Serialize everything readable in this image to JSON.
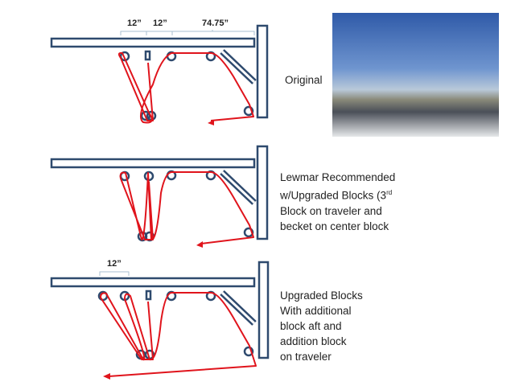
{
  "dimensions": {
    "d1": "12”",
    "d2": "12”",
    "d3": "74.75”",
    "d4": "12”"
  },
  "labels": {
    "original": "Original",
    "lewmar": [
      "Lewmar Recommended",
      "w/Upgraded Blocks (3",
      "rd",
      "Block on traveler and",
      "becket on center block"
    ],
    "upgraded": [
      "Upgraded Blocks",
      "With additional",
      "block aft and",
      "addition block",
      "on traveler"
    ]
  },
  "colors": {
    "structure": "#2e4a6e",
    "line": "#e0141c"
  }
}
